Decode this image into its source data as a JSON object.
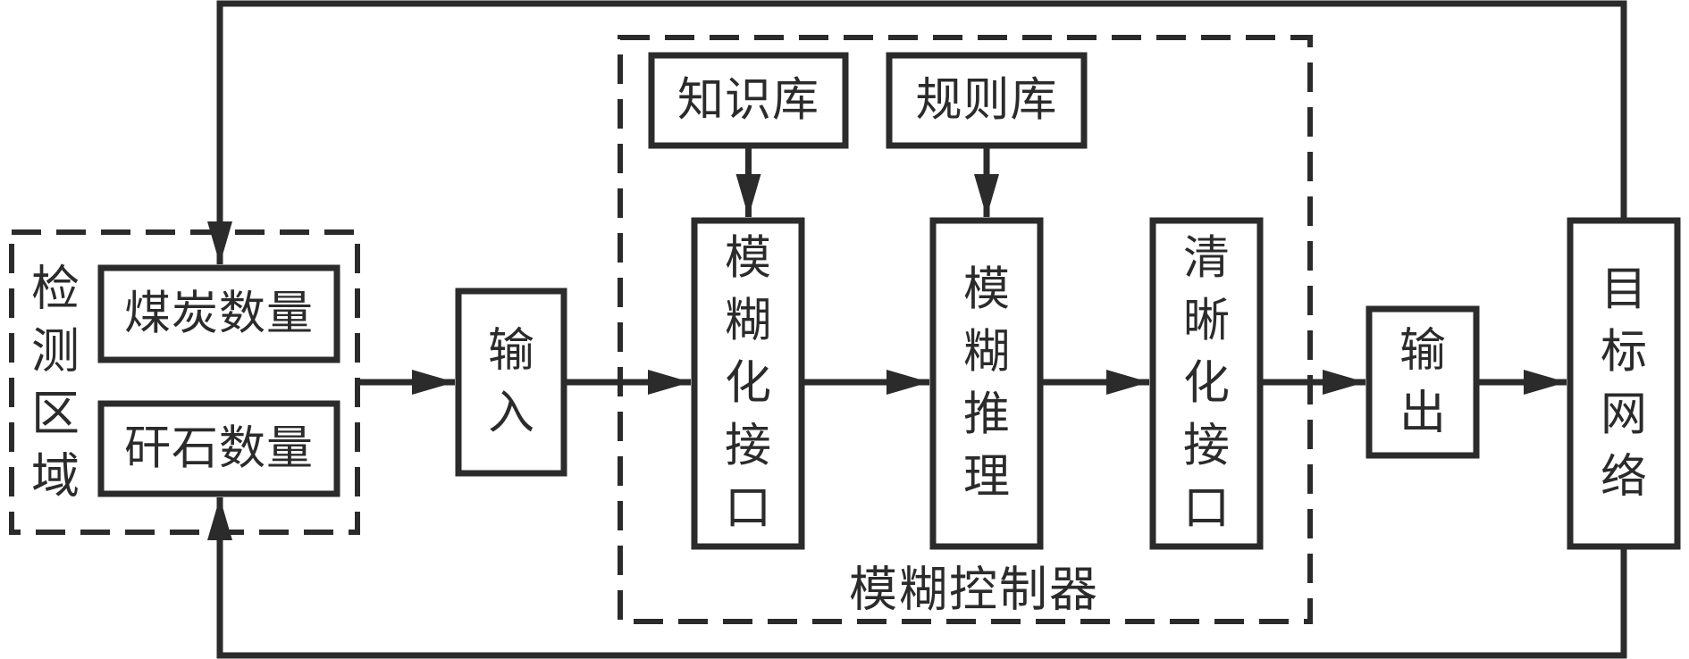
{
  "colors": {
    "ink": "#2b2b2b",
    "background": "#ffffff"
  },
  "groups": [
    {
      "id": "detection",
      "label": "检测区域"
    },
    {
      "id": "controller",
      "label": "模糊控制器"
    }
  ],
  "nodes": [
    {
      "id": "coal",
      "label": "煤炭数量",
      "group": "detection"
    },
    {
      "id": "gangue",
      "label": "矸石数量",
      "group": "detection"
    },
    {
      "id": "input",
      "label": "输入"
    },
    {
      "id": "knowledge",
      "label": "知识库",
      "group": "controller"
    },
    {
      "id": "rules",
      "label": "规则库",
      "group": "controller"
    },
    {
      "id": "fuzzify",
      "label": "模糊化接口",
      "group": "controller"
    },
    {
      "id": "inference",
      "label": "模糊推理",
      "group": "controller"
    },
    {
      "id": "defuzzify",
      "label": "清晰化接口",
      "group": "controller"
    },
    {
      "id": "output",
      "label": "输出"
    },
    {
      "id": "target",
      "label": "目标网络"
    }
  ],
  "edges": [
    {
      "from": "detection",
      "to": "input"
    },
    {
      "from": "input",
      "to": "fuzzify"
    },
    {
      "from": "knowledge",
      "to": "fuzzify"
    },
    {
      "from": "rules",
      "to": "inference"
    },
    {
      "from": "fuzzify",
      "to": "inference"
    },
    {
      "from": "inference",
      "to": "defuzzify"
    },
    {
      "from": "defuzzify",
      "to": "output"
    },
    {
      "from": "output",
      "to": "target"
    },
    {
      "from": "target",
      "to": "coal",
      "route": "top-feedback"
    },
    {
      "from": "target",
      "to": "gangue",
      "route": "bottom-feedback"
    }
  ]
}
